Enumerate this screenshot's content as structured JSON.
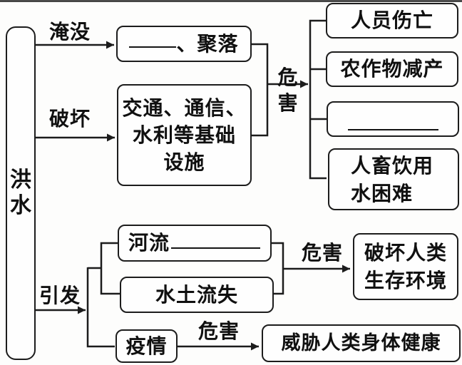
{
  "colors": {
    "line": "#1c1c1c",
    "text": "#101010",
    "background": "#fdfdfc"
  },
  "nodes": {
    "flood": "洪水",
    "settlement_suffix": "、聚落",
    "infra_line1": "交通、通信、",
    "infra_line2": "水利等基础",
    "infra_line3": "设施",
    "casualties": "人员伤亡",
    "crop_loss": "农作物减产",
    "drinking_line1": "人畜饮用",
    "drinking_line2": "水困难",
    "river_prefix": "河流",
    "soil_erosion": "水土流失",
    "epidemic": "疫情",
    "env_line1": "破坏人类",
    "env_line2": "生存环境",
    "health_threat": "威胁人类身体健康"
  },
  "edges": {
    "submerge": "淹没",
    "destroy": "破坏",
    "trigger": "引发",
    "harm_top": "危害",
    "harm_middle": "危害",
    "harm_bottom": "危害"
  }
}
